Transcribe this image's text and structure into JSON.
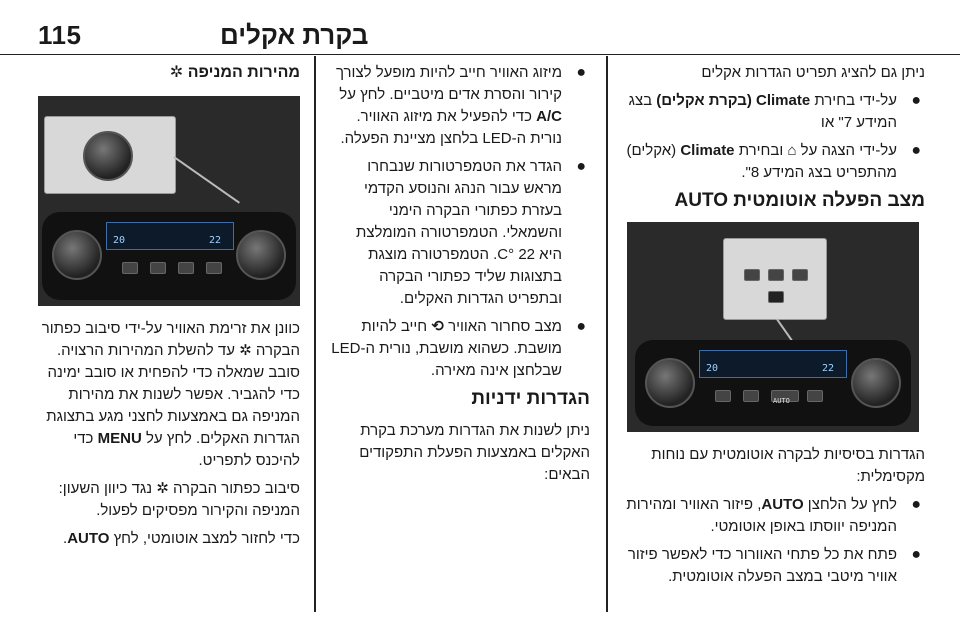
{
  "header": {
    "page_number": "115",
    "chapter_title": "בקרת אקלים"
  },
  "right_col": {
    "intro": "ניתן גם להציג תפריט הגדרות אקלים",
    "bullets": [
      {
        "pre": "על-ידי בחירת ",
        "bold": "Climate (בקרת אקלים)",
        "post": " בצג המידע 7\" או"
      },
      {
        "pre": "על-ידי הצגה על ",
        "icon": "⌂",
        "post": " ובחירת ",
        "bold": "Climate",
        "post2": " (אקלים) מהתפריט בצג המידע 8\"."
      }
    ],
    "heading": "מצב הפעלה אוטומטית AUTO",
    "photo_labels": [
      "AUTO",
      "20",
      "22"
    ],
    "settings_intro": "הגדרות בסיסיות לבקרה אוטומטית עם נוחות מקסימלית:",
    "settings_bullets": [
      {
        "pre": "לחץ על הלחצן ",
        "bold": "AUTO",
        "post": ", פיזור האוויר ומהירות המניפה יווסתו באופן אוטומטי."
      },
      {
        "pre": "פתח את כל פתחי האוורור כדי לאפשר פיזור אוויר מיטבי במצב הפעלה אוטומטית."
      }
    ]
  },
  "mid_col": {
    "bullets": [
      {
        "pre": "מיזוג האוויר חייב להיות מופעל לצורך קירור והסרת אדים מיטביים. לחץ על ",
        "bold": "A/C",
        "post": " כדי להפעיל את מיזוג האוויר. נורית ה-LED בלחצן מציינת הפעלה."
      },
      {
        "pre": "הגדר את הטמפרטורות שנבחרו מראש עבור הנהג והנוסע הקדמי בעזרת כפתורי הבקרה הימני והשמאלי. הטמפרטורה המומלצת היא 22 °C. הטמפרטורה מוצגת בתצוגות שליד כפתורי הבקרה ובתפריט הגדרות האקלים."
      },
      {
        "pre": "מצב סחרור האוויר ",
        "icon": "⟲",
        "post": " חייב להיות מושבת. כשהוא מושבת, נורית ה-LED שבלחצן אינה מאירה."
      }
    ],
    "heading": "הגדרות ידניות",
    "paragraph": "ניתן לשנות את הגדרות מערכת בקרת האקלים באמצעות הפעלת התפקודים הבאים:"
  },
  "left_col": {
    "heading": "מהירות המניפה",
    "heading_icon": "✲",
    "photo_labels": [
      "20",
      "22"
    ],
    "p1_pre": "כוונן את זרימת האוויר על-ידי סיבוב כפתור הבקרה ",
    "p1_icon": "✲",
    "p1_mid": " עד להשלת המהירות הרצויה. סובב שמאלה כדי להפחית או סובב ימינה כדי להגביר. אפשר לשנות את מהירות המניפה גם באמצעות לחצני מגע בתצוגת הגדרות האקלים. לחץ על ",
    "p1_bold": "MENU",
    "p1_post": " כדי להיכנס לתפריט.",
    "p2_pre": "סיבוב כפתור הבקרה ",
    "p2_icon": "✲",
    "p2_post": " נגד כיוון השעון: המניפה והקירור מפסיקים לפעול.",
    "p3_pre": "כדי לחזור למצב אוטומטי, לחץ ",
    "p3_bold": "AUTO",
    "p3_post": "."
  }
}
